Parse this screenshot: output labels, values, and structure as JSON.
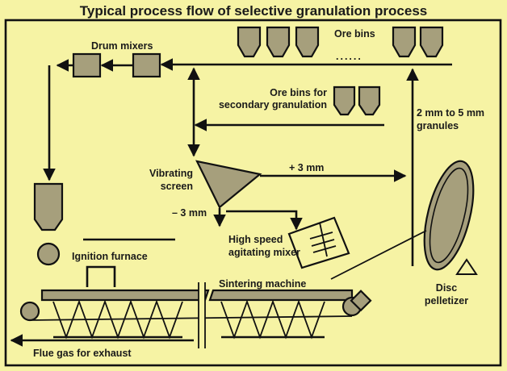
{
  "title": "Typical process flow of selective granulation process",
  "labels": {
    "drum_mixers": "Drum mixers",
    "ore_bins": "Ore bins",
    "ore_bins_dots": "......",
    "secondary_line1": "Ore bins for",
    "secondary_line2": "secondary granulation",
    "granules_line1": "2 mm to 5 mm",
    "granules_line2": "granules",
    "vibrating_line1": "Vibrating",
    "vibrating_line2": "screen",
    "plus_3mm": "+ 3 mm",
    "minus_3mm": "– 3 mm",
    "mixer_line1": "High speed",
    "mixer_line2": "agitating mixer",
    "ignition_furnace": "Ignition furnace",
    "sintering_machine": "Sintering machine",
    "disc_line1": "Disc",
    "disc_line2": "pelletizer",
    "flue_gas": "Flue gas for exhaust"
  },
  "colors": {
    "background": "#f6f3a4",
    "equipment_fill": "#a69f7c",
    "line": "#111111"
  }
}
